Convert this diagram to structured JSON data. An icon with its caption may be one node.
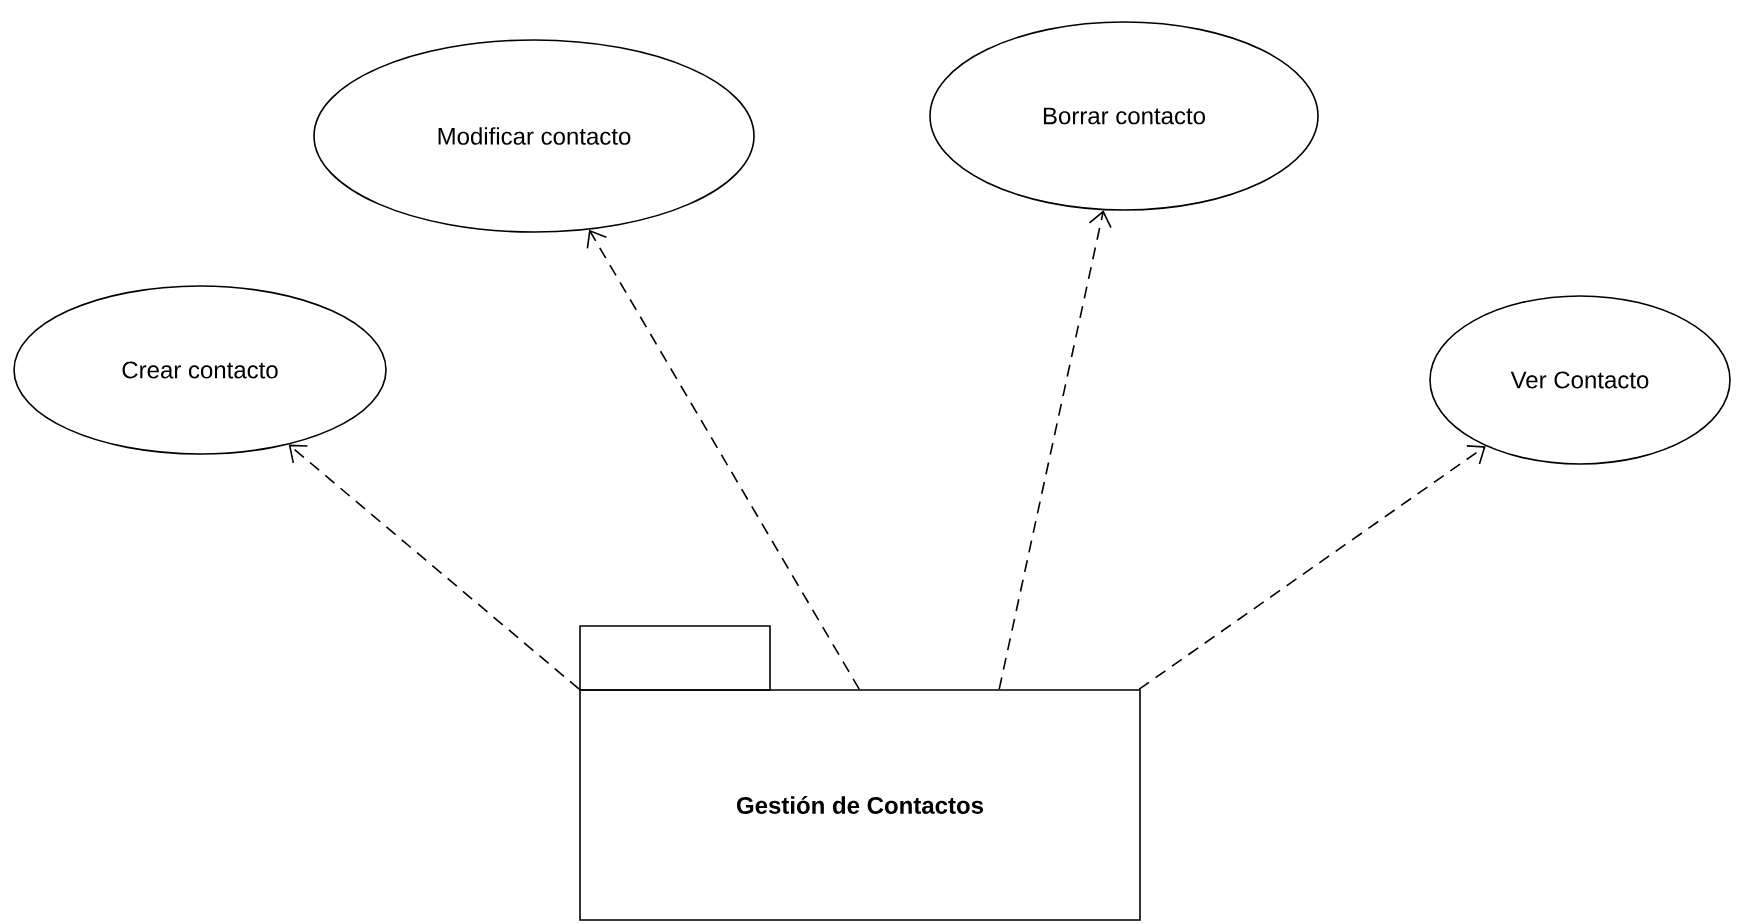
{
  "diagram": {
    "nodes": [
      {
        "text": [
          "Crear contacto"
        ]
      },
      {
        "text": [
          "Modificar contacto"
        ]
      },
      {
        "text": [
          "Borrar contacto"
        ]
      },
      {
        "text": [
          "Ver Contacto"
        ]
      },
      {
        "text": [
          "Gestión de Contactos"
        ]
      }
    ],
    "edges": [
      {
        "from": 4,
        "to": 0,
        "arrow": "to",
        "style": "dashed"
      },
      {
        "from": 4,
        "to": 1,
        "arrow": "to",
        "style": "dashed"
      },
      {
        "from": 4,
        "to": 2,
        "arrow": "to",
        "style": "dashed"
      },
      {
        "from": 4,
        "to": 3,
        "arrow": "to",
        "style": "dashed"
      }
    ]
  }
}
